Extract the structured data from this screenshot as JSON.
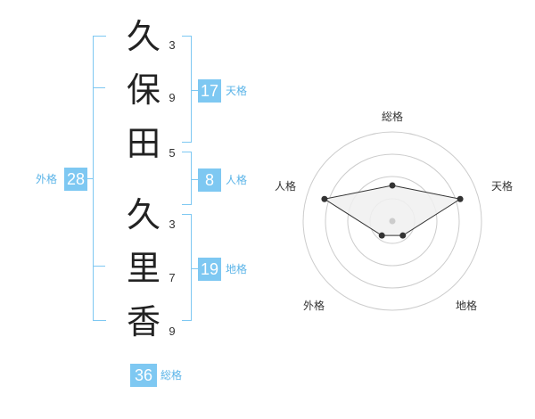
{
  "name": {
    "surname": [
      {
        "char": "久",
        "strokes": "3"
      },
      {
        "char": "保",
        "strokes": "9"
      },
      {
        "char": "田",
        "strokes": "5"
      }
    ],
    "given": [
      {
        "char": "久",
        "strokes": "3"
      },
      {
        "char": "里",
        "strokes": "7"
      },
      {
        "char": "香",
        "strokes": "9"
      }
    ]
  },
  "kaku": {
    "tenkaku": {
      "value": "17",
      "label": "天格"
    },
    "jinkaku": {
      "value": "8",
      "label": "人格"
    },
    "chikaku": {
      "value": "19",
      "label": "地格"
    },
    "gaikaku": {
      "value": "28",
      "label": "外格"
    },
    "soukaku": {
      "value": "36",
      "label": "総格"
    }
  },
  "chart_data": {
    "type": "radar",
    "axes": [
      "総格",
      "天格",
      "地格",
      "外格",
      "人格"
    ],
    "values": [
      2,
      4,
      1,
      1,
      4
    ],
    "max": 5,
    "rings": 4,
    "colors": {
      "fill": "#f0f0f0",
      "line": "#333333",
      "ring": "#cccccc",
      "center": "#cccccc"
    }
  }
}
